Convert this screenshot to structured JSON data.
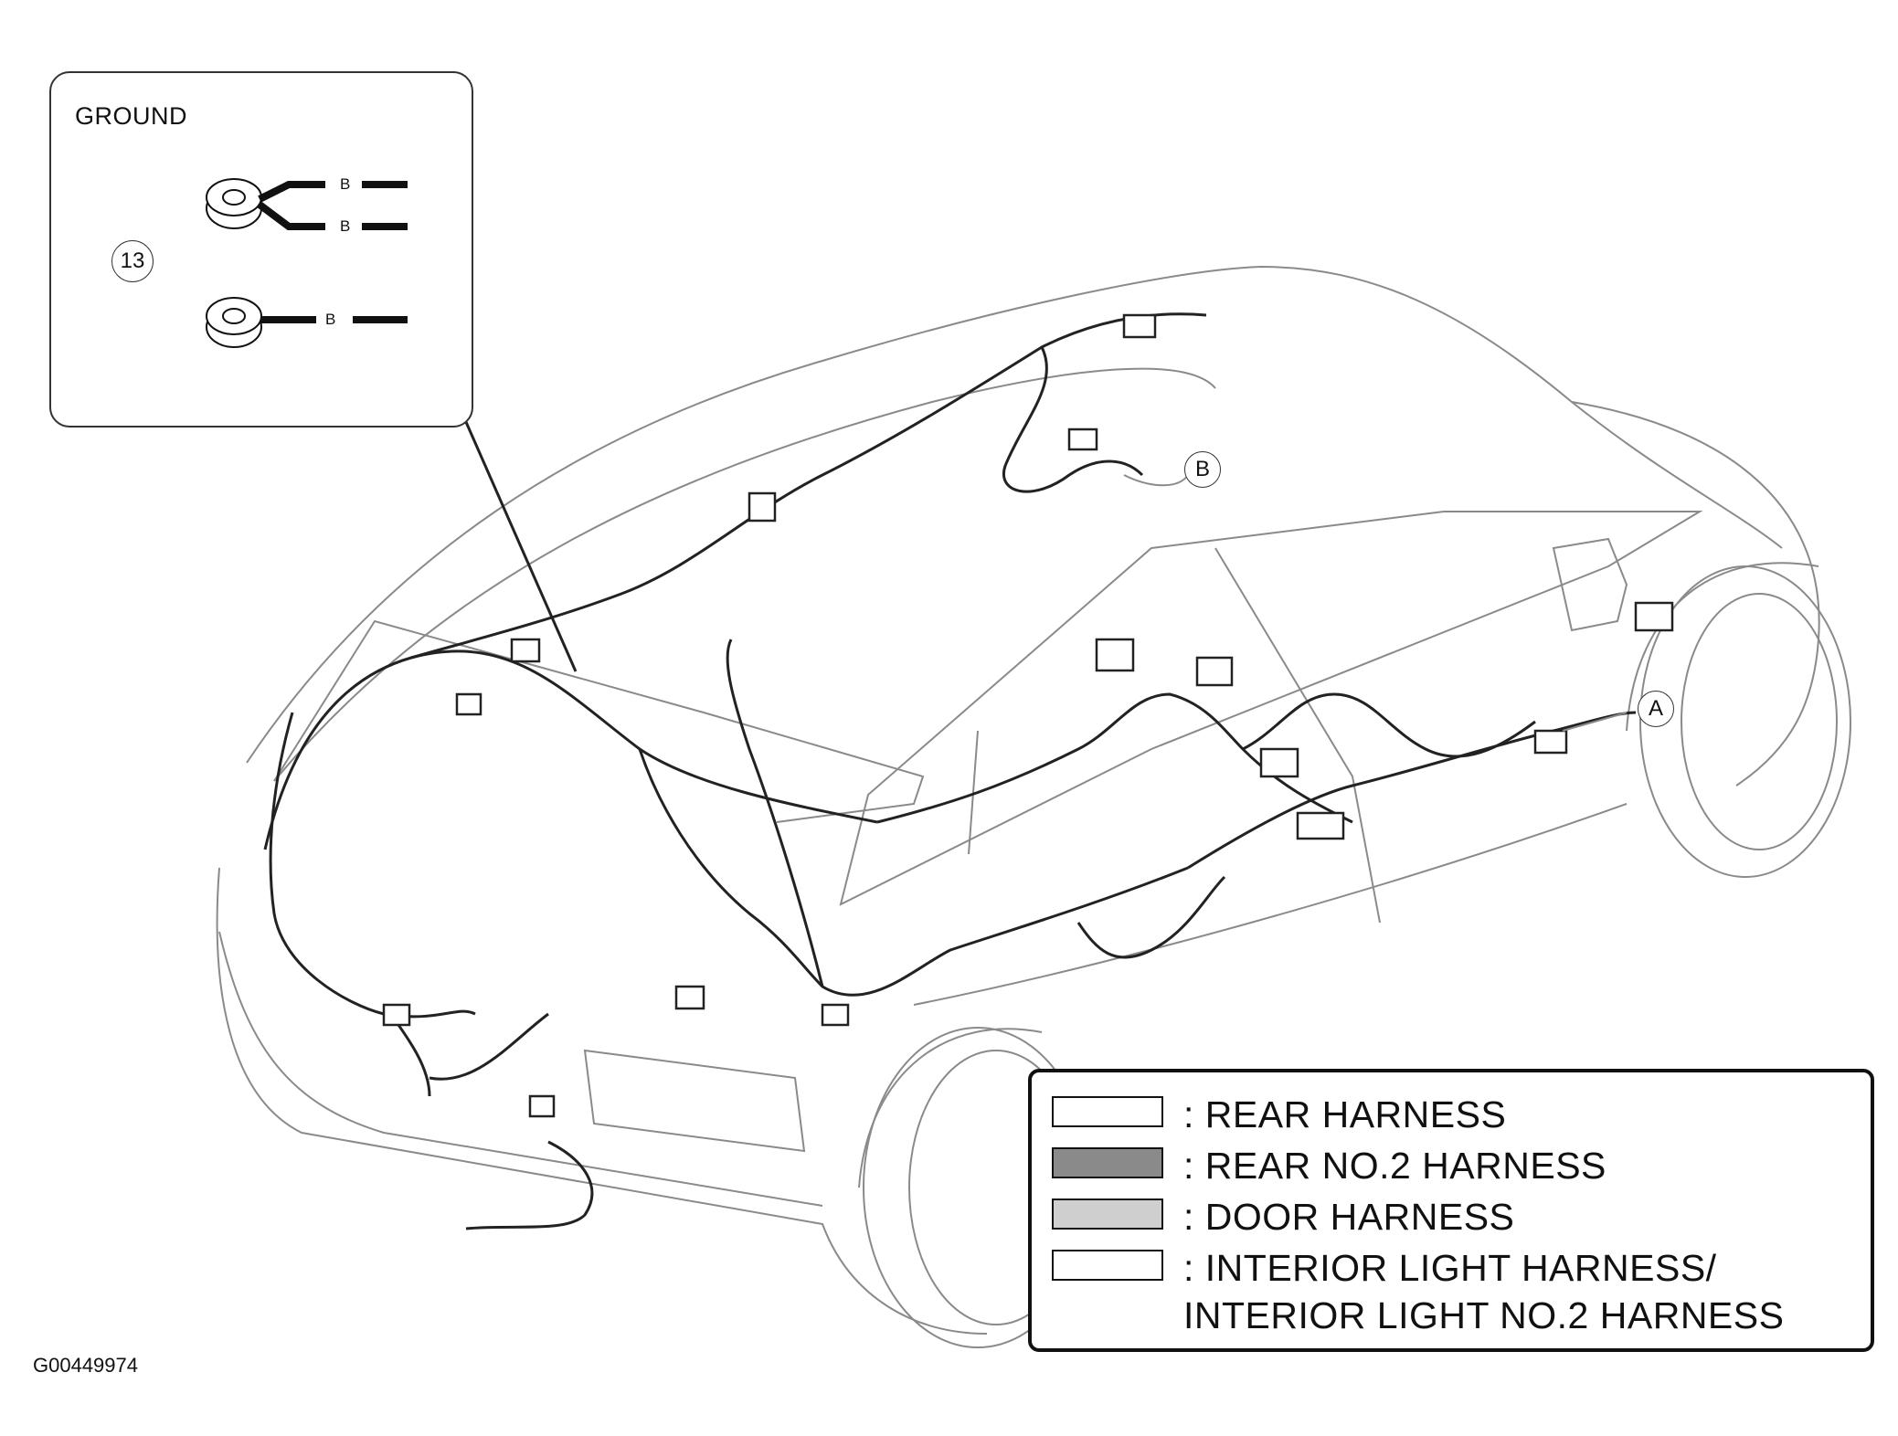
{
  "callout": {
    "title": "GROUND",
    "ground_number": "13",
    "wire_color_labels": [
      "B",
      "B",
      "B"
    ]
  },
  "markers": {
    "a": "A",
    "b": "B"
  },
  "legend": {
    "items": [
      {
        "label": ": REAR HARNESS",
        "swatch_color": "#ffffff"
      },
      {
        "label": ": REAR NO.2 HARNESS",
        "swatch_color": "#8a8a8a"
      },
      {
        "label": ": DOOR HARNESS",
        "swatch_color": "#cfcfcf"
      },
      {
        "label": ": INTERIOR LIGHT HARNESS/",
        "label_line2": "INTERIOR LIGHT NO.2 HARNESS",
        "swatch_color": "#ffffff"
      }
    ]
  },
  "figure_id": "G00449974"
}
